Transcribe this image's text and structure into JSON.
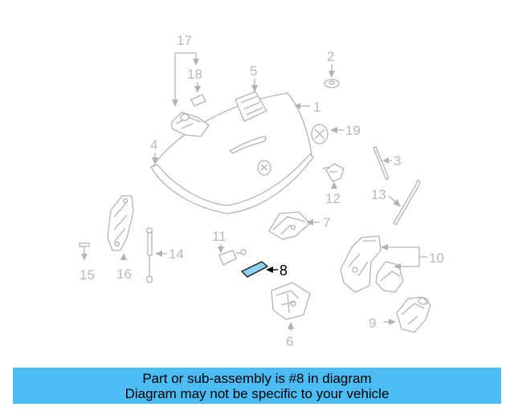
{
  "diagram": {
    "callouts": [
      "1",
      "2",
      "3",
      "4",
      "5",
      "6",
      "7",
      "8",
      "9",
      "10",
      "11",
      "12",
      "13",
      "14",
      "15",
      "16",
      "17",
      "18",
      "19"
    ],
    "highlighted_part": "8",
    "highlight_color": "#8ed3f6"
  },
  "caption": {
    "line1": "Part or sub-assembly is #8 in diagram",
    "line2": "Diagram may not be specific to your vehicle",
    "background": "#4bbcf4"
  }
}
